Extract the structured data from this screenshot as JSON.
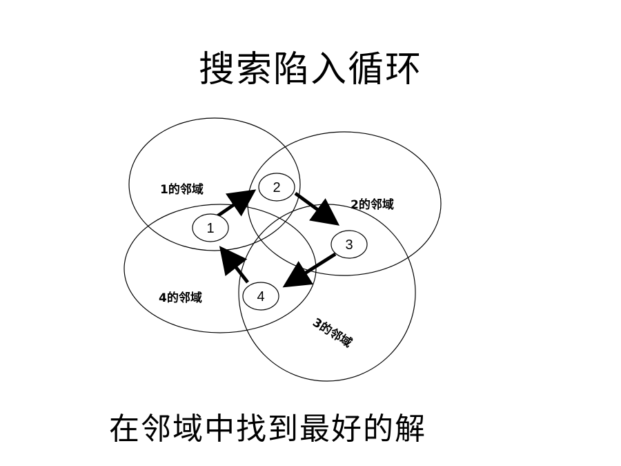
{
  "title": "搜索陷入循环",
  "caption": "在邻域中找到最好的解",
  "neighborhoods": [
    {
      "label": "1的邻域"
    },
    {
      "label": "2的邻域"
    },
    {
      "label": "3的邻域"
    },
    {
      "label": "4的邻域"
    }
  ],
  "nodes": [
    {
      "label": "1"
    },
    {
      "label": "2"
    },
    {
      "label": "3"
    },
    {
      "label": "4"
    }
  ],
  "cycle": [
    {
      "from": "1",
      "to": "2"
    },
    {
      "from": "2",
      "to": "3"
    },
    {
      "from": "3",
      "to": "4"
    },
    {
      "from": "4",
      "to": "1"
    }
  ]
}
